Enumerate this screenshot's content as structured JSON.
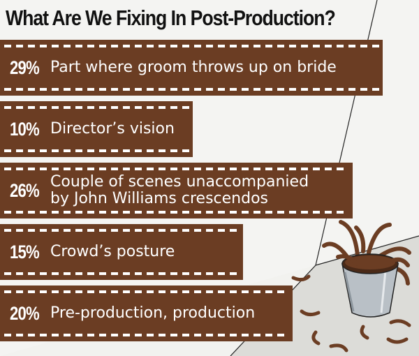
{
  "chart_data": {
    "type": "bar",
    "title": "What Are We Fixing In Post-Production?",
    "categories": [
      "Part where groom throws up on bride",
      "Director’s vision",
      "Couple of scenes unaccompanied\nby John Williams crescendos",
      "Crowd’s posture",
      "Pre-production, production"
    ],
    "values": [
      29,
      10,
      26,
      15,
      20
    ],
    "value_labels": [
      "29%",
      "10%",
      "26%",
      "15%",
      "20%"
    ],
    "unit": "%",
    "bar_color": "#6b3d23",
    "film_hole_color": "#ffffff"
  }
}
